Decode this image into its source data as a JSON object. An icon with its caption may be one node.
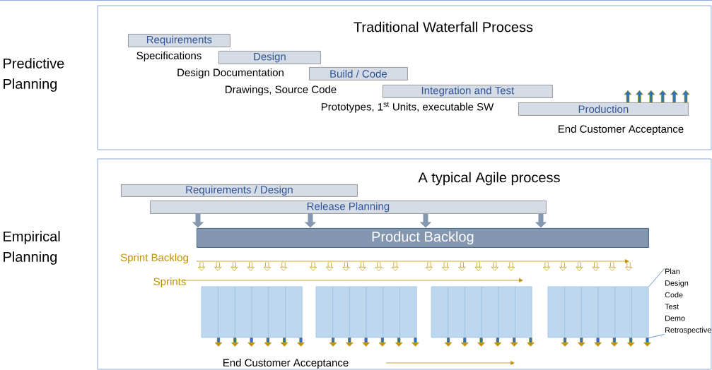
{
  "diagram": {
    "nodes": [
      {
        "text": [
          "Traditional Waterfall Process"
        ]
      },
      {
        "text": [
          "Requirements"
        ],
        "in": 0
      },
      {
        "text": [
          "Design"
        ],
        "in": 0
      },
      {
        "text": [
          "Build / Code"
        ],
        "in": 0
      },
      {
        "text": [
          "Integration and Test"
        ],
        "in": 0
      },
      {
        "text": [
          "Production"
        ],
        "in": 0
      },
      {
        "text": [
          "A typical Agile process"
        ]
      },
      {
        "text": [
          "Requirements / Design"
        ],
        "in": 6
      },
      {
        "text": [
          "Release Planning"
        ],
        "in": 6
      },
      {
        "text": [
          "Product Backlog"
        ],
        "in": 6
      },
      {
        "text": [],
        "shape": "box",
        "in": 6
      },
      {
        "text": [],
        "shape": "box",
        "in": 6
      },
      {
        "text": [],
        "shape": "box",
        "in": 6
      },
      {
        "text": [],
        "shape": "box",
        "in": 6
      },
      {
        "text": [
          "Plan",
          "Design",
          "Code",
          "Test",
          "Demo",
          "Retrospective"
        ],
        "in": 6
      },
      {
        "text": [
          "Sprint Backlog"
        ],
        "in": 6
      }
    ],
    "edges": [
      {
        "from": 8,
        "to": 9,
        "arrow": "to",
        "color": "#8497b0"
      },
      {
        "from": 8,
        "to": 9,
        "arrow": "to",
        "color": "#8497b0"
      },
      {
        "from": 8,
        "to": 9,
        "arrow": "to",
        "color": "#8497b0"
      },
      {
        "from": 8,
        "to": 9,
        "arrow": "to",
        "color": "#8497b0"
      },
      {
        "from": 15,
        "to": null,
        "arrow": "to",
        "color": "#bf9000"
      },
      {
        "from": 15,
        "to": null,
        "arrow": "to",
        "color": "#bf9000"
      },
      {
        "from": 15,
        "to": null,
        "arrow": "to",
        "color": "#bf9000"
      },
      {
        "from": 15,
        "to": null,
        "arrow": "to",
        "color": "#bf9000"
      },
      {
        "from": 15,
        "to": null,
        "arrow": "to",
        "color": "#bf9000"
      },
      {
        "from": 15,
        "to": null,
        "arrow": "to",
        "color": "#bf9000"
      },
      {
        "from": 15,
        "to": null,
        "arrow": "to",
        "color": "#bf9000"
      },
      {
        "from": 15,
        "to": null,
        "arrow": "to",
        "color": "#bf9000"
      },
      {
        "from": 15,
        "to": null,
        "arrow": "to",
        "color": "#bf9000"
      },
      {
        "from": 15,
        "to": null,
        "arrow": "to",
        "color": "#bf9000"
      },
      {
        "from": 15,
        "to": null,
        "arrow": "to",
        "color": "#bf9000"
      },
      {
        "from": 15,
        "to": null,
        "arrow": "to",
        "color": "#bf9000"
      },
      {
        "from": 15,
        "to": null,
        "arrow": "to",
        "color": "#bf9000"
      },
      {
        "from": 15,
        "to": null,
        "arrow": "to",
        "color": "#bf9000"
      },
      {
        "from": 15,
        "to": null,
        "arrow": "to",
        "color": "#bf9000"
      },
      {
        "from": 15,
        "to": null,
        "arrow": "to",
        "color": "#bf9000"
      },
      {
        "from": 15,
        "to": null,
        "arrow": "to",
        "color": "#bf9000"
      },
      {
        "from": 15,
        "to": null,
        "arrow": "to",
        "color": "#bf9000"
      },
      {
        "from": 15,
        "to": null,
        "arrow": "to",
        "color": "#bf9000"
      },
      {
        "from": 15,
        "to": null,
        "arrow": "to",
        "color": "#bf9000"
      },
      {
        "from": 15,
        "to": null,
        "arrow": "to",
        "color": "#bf9000"
      },
      {
        "from": 15,
        "to": null,
        "arrow": "to",
        "color": "#bf9000"
      },
      {
        "from": 15,
        "to": null,
        "arrow": "to",
        "color": "#bf9000"
      },
      {
        "from": 15,
        "to": null,
        "arrow": "to",
        "color": "#bf9000"
      },
      {
        "from": 10,
        "to": null,
        "arrow": "to"
      },
      {
        "from": 10,
        "to": null,
        "arrow": "to"
      },
      {
        "from": 10,
        "to": null,
        "arrow": "to"
      },
      {
        "from": 10,
        "to": null,
        "arrow": "to"
      },
      {
        "from": 10,
        "to": null,
        "arrow": "to"
      },
      {
        "from": 10,
        "to": null,
        "arrow": "to"
      },
      {
        "from": 11,
        "to": null,
        "arrow": "to"
      },
      {
        "from": 11,
        "to": null,
        "arrow": "to"
      },
      {
        "from": 11,
        "to": null,
        "arrow": "to"
      },
      {
        "from": 11,
        "to": null,
        "arrow": "to"
      },
      {
        "from": 11,
        "to": null,
        "arrow": "to"
      },
      {
        "from": 11,
        "to": null,
        "arrow": "to"
      },
      {
        "from": 12,
        "to": null,
        "arrow": "to"
      },
      {
        "from": 12,
        "to": null,
        "arrow": "to"
      },
      {
        "from": 12,
        "to": null,
        "arrow": "to"
      },
      {
        "from": 12,
        "to": null,
        "arrow": "to"
      },
      {
        "from": 12,
        "to": null,
        "arrow": "to"
      },
      {
        "from": 12,
        "to": null,
        "arrow": "to"
      },
      {
        "from": 13,
        "to": null,
        "arrow": "to"
      },
      {
        "from": 13,
        "to": null,
        "arrow": "to"
      },
      {
        "from": 13,
        "to": null,
        "arrow": "to"
      },
      {
        "from": 13,
        "to": null,
        "arrow": "to"
      },
      {
        "from": 13,
        "to": null,
        "arrow": "to"
      },
      {
        "from": 13,
        "to": null,
        "arrow": "to"
      },
      {
        "from": 13,
        "to": 14,
        "arrow": "none",
        "color": "#4472c4"
      },
      {
        "from": 13,
        "to": 14,
        "arrow": "none",
        "color": "#4472c4"
      }
    ],
    "labels": [
      "Predictive Planning",
      "Specifications",
      "Design Documentation",
      "Drawings, Source Code",
      "Prototypes, 1$^{st}$ Units, executable SW",
      "End Customer Acceptance",
      "Empirical Planning",
      "Sprints",
      "End Customer Acceptance"
    ]
  }
}
